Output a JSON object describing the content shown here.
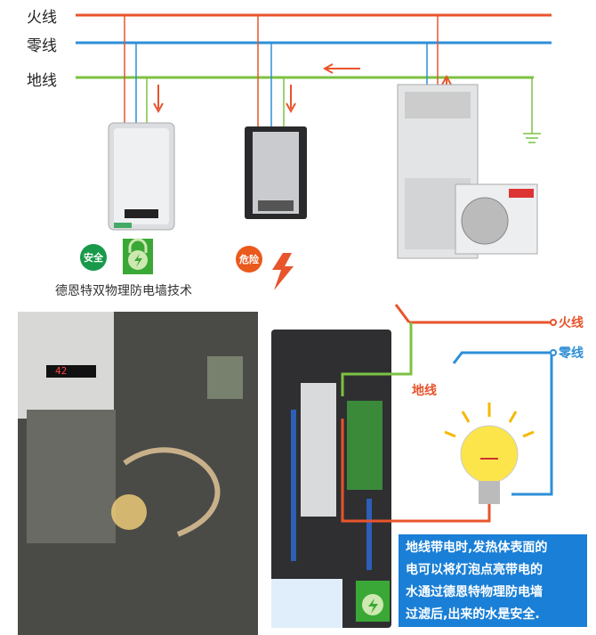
{
  "top": {
    "wires": {
      "live": "火线",
      "neutral": "零线",
      "ground": "地线"
    },
    "safe_badge": "安全",
    "danger_badge": "危险",
    "caption": "德恩特双物理防电墙技术"
  },
  "bottom": {
    "display_reading": "42",
    "wires": {
      "live": "火线",
      "neutral": "零线",
      "ground": "地线"
    },
    "info_lines": [
      "地线带电时,发热体表面的",
      "电可以将灯泡点亮带电的",
      "水通过德恩特物理防电墙",
      "过滤后,出来的水是安全."
    ]
  },
  "colors": {
    "live": "#e8542c",
    "neutral": "#2e8fd8",
    "ground": "#7cc242",
    "info_bg": "#1a7fd6"
  }
}
